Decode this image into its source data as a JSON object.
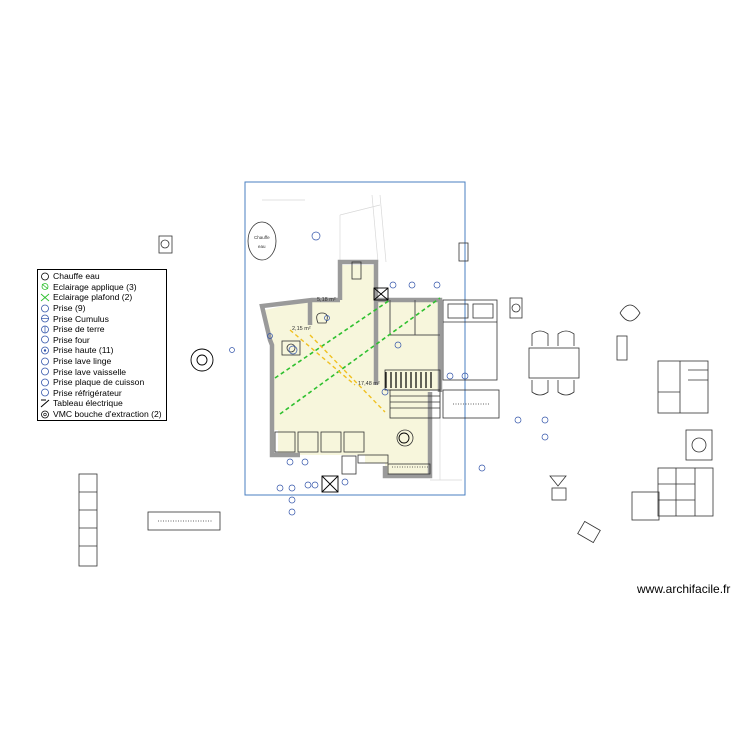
{
  "legend": {
    "items": [
      {
        "label": "Chauffe eau",
        "icon": "water-heater-icon"
      },
      {
        "label": "Eclairage applique (3)",
        "icon": "wall-light-icon"
      },
      {
        "label": "Eclairage plafond (2)",
        "icon": "ceiling-light-icon"
      },
      {
        "label": "Prise (9)",
        "icon": "outlet-icon"
      },
      {
        "label": "Prise Cumulus",
        "icon": "outlet-cumulus-icon"
      },
      {
        "label": "Prise de terre",
        "icon": "ground-outlet-icon"
      },
      {
        "label": "Prise four",
        "icon": "oven-outlet-icon"
      },
      {
        "label": "Prise haute (11)",
        "icon": "high-outlet-icon"
      },
      {
        "label": "Prise lave linge",
        "icon": "washer-outlet-icon"
      },
      {
        "label": "Prise lave vaisselle",
        "icon": "dishwasher-outlet-icon"
      },
      {
        "label": "Prise plaque de cuisson",
        "icon": "cooktop-outlet-icon"
      },
      {
        "label": "Prise réfrigérateur",
        "icon": "fridge-outlet-icon"
      },
      {
        "label": "Tableau électrique",
        "icon": "electrical-panel-icon"
      },
      {
        "label": "VMC bouche d'extraction (2)",
        "icon": "vmc-extraction-icon"
      }
    ]
  },
  "plan": {
    "rooms": [
      {
        "area": "5,18 m²"
      },
      {
        "area": "2,15 m²"
      },
      {
        "area": "17,48 m²"
      }
    ],
    "chauffe_label": "Chauffe",
    "chauffe_sub": "eau"
  },
  "colors": {
    "wall": "#9a9a9a",
    "floor": "#f7f6dc",
    "boundary": "#4a7fc1",
    "circuit_green": "#2fc02f",
    "circuit_yellow": "#f0c020",
    "symbol_blue": "#3355aa"
  },
  "watermark": "www.archifacile.fr"
}
